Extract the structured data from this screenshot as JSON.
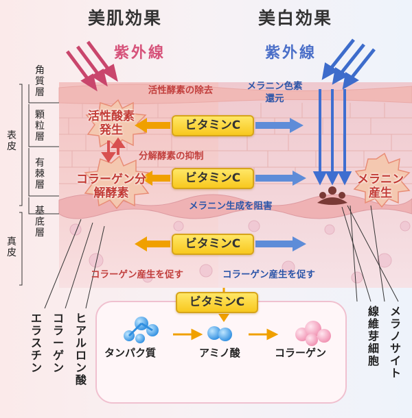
{
  "headings": {
    "left": "美肌効果",
    "right": "美白効果"
  },
  "uv": {
    "left": "紫外線",
    "right": "紫外線"
  },
  "skin_layers": {
    "epidermis": "表皮",
    "dermis": "真皮",
    "stratum_corneum": "角質層",
    "granular": "顆粒層",
    "spinous": "有棘層",
    "basal": "基底層"
  },
  "vitamin_c_label": "ビタミンC",
  "left_notes": {
    "active_enzyme_removal": "活性酵素の除去",
    "active_oxygen": "活性酸素発生",
    "enzyme_suppression": "分解酵素の抑制",
    "collagenase": "コラーゲン分解酵素",
    "promote_collagen": "コラーゲン産生を促す"
  },
  "right_notes": {
    "melanin_reduction": "メラニン色素還元",
    "melanin_production": "メラニン産生",
    "block_melanin": "メラニン生成を阻害",
    "promote_collagen": "コラーゲン産生を促す"
  },
  "bottom_labels": {
    "elastin": "エラスチン",
    "collagen": "コラーゲン",
    "hyaluronic": "ヒアルロン酸",
    "fibroblast": "線維芽細胞",
    "melanocyte": "メラノサイト"
  },
  "synthesis": {
    "protein": "タンパク質",
    "amino_acid": "アミノ酸",
    "collagen": "コラーゲン"
  },
  "colors": {
    "skin_pink": "#f5cdd0",
    "uv_red": "#d6527a",
    "uv_blue": "#4b6fc8",
    "vitc_yellow": "#f8c81e",
    "arrow_orange": "#f0a000"
  }
}
